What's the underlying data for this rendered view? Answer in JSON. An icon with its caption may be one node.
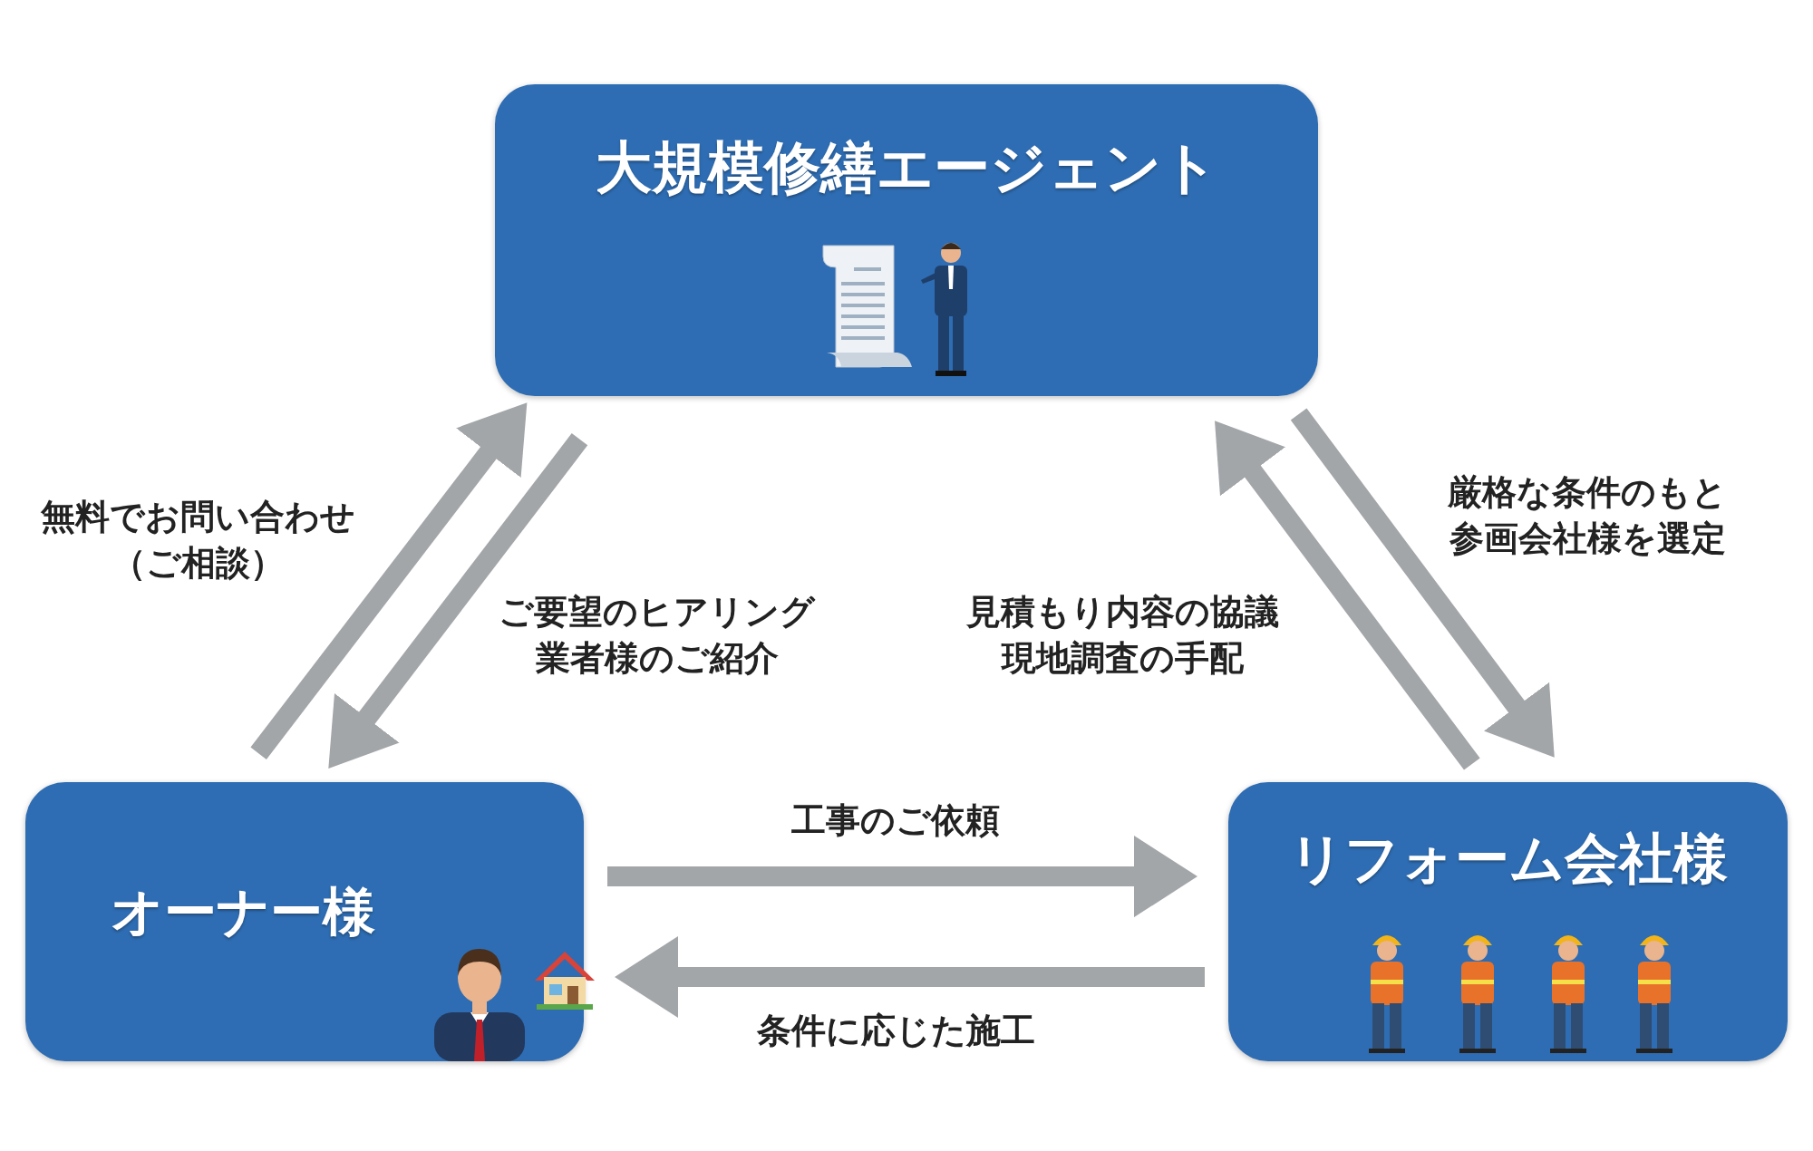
{
  "diagram": {
    "nodes": [
      {
        "text": [
          "大規模修繕エージェント"
        ]
      },
      {
        "text": [
          "オーナー様"
        ]
      },
      {
        "text": [
          "リフォーム会社様"
        ]
      }
    ],
    "edges": [
      {
        "from": 1,
        "to": 0,
        "arrow": "to",
        "label": "無料でお問い合わせ（ご相談）"
      },
      {
        "from": 0,
        "to": 1,
        "arrow": "to",
        "label": "ご要望のヒアリング業者様のご紹介"
      },
      {
        "from": 2,
        "to": 0,
        "arrow": "to",
        "label": "見積もり内容の協議現地調査の手配"
      },
      {
        "from": 0,
        "to": 2,
        "arrow": "to",
        "label": "厳格な条件のもと参画会社様を選定"
      },
      {
        "from": 1,
        "to": 2,
        "arrow": "to",
        "label": "工事のご依頼"
      },
      {
        "from": 2,
        "to": 1,
        "arrow": "to",
        "label": "条件に応じた施工"
      }
    ]
  }
}
